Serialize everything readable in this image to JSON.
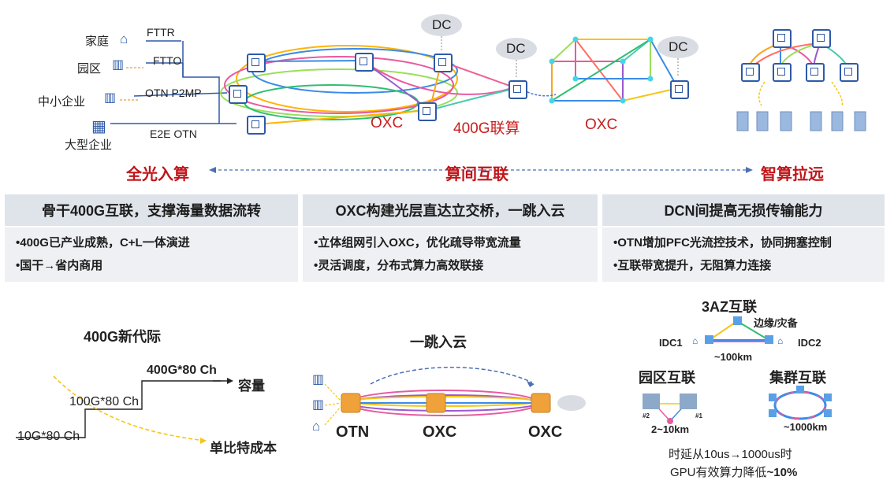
{
  "access": {
    "items": [
      {
        "place": "家庭",
        "tech": "FTTR"
      },
      {
        "place": "园区",
        "tech": "FTTO"
      },
      {
        "place": "中小企业",
        "tech": "OTN P2MP"
      },
      {
        "place": "大型企业",
        "tech": "E2E OTN"
      }
    ]
  },
  "top": {
    "dc_labels": [
      "DC",
      "DC",
      "DC"
    ],
    "oxc_left": "OXC",
    "interconnect": "400G联算",
    "oxc_right": "OXC"
  },
  "themes": {
    "left": "全光入算",
    "center": "算间互联",
    "right": "智算拉远"
  },
  "panels": [
    {
      "title": "骨干400G互联，支撑海量数据流转",
      "bullets": [
        "•400G已产业成熟，C+L一体演进",
        "•国干→省内商用"
      ]
    },
    {
      "title": "OXC构建光层直达立交桥，一跳入云",
      "bullets": [
        "•立体组网引入OXC，优化疏导带宽流量",
        "•灵活调度，分布式算力高效联接"
      ]
    },
    {
      "title": "DCN间提高无损传输能力",
      "bullets": [
        "•OTN增加PFC光流控技术，协同拥塞控制",
        "•互联带宽提升，无阻算力连接"
      ]
    }
  ],
  "gen400": {
    "title": "400G新代际",
    "steps": [
      "400G*80 Ch",
      "100G*80 Ch",
      "10G*80 Ch"
    ],
    "capacity": "容量",
    "cost": "单比特成本"
  },
  "onehop": {
    "title": "一跳入云",
    "labels": [
      "OTN",
      "OXC",
      "OXC"
    ]
  },
  "dcn": {
    "az_title": "3AZ互联",
    "edge": "边缘/灾备",
    "idc1": "IDC1",
    "idc2": "IDC2",
    "dist1": "~100km",
    "park_title": "园区互联",
    "park_dist": "2~10km",
    "park_mark1": "#2",
    "park_mark2": "#1",
    "cluster_title": "集群互联",
    "cluster_dist": "~1000km",
    "latency": "时延从10us→1000us时",
    "gpu_prefix": "GPU有效算力降低",
    "gpu_value": "~10%"
  },
  "colors": {
    "red": "#c0161b",
    "blue": "#2e5aa8",
    "panel_head": "#dfe3ea",
    "panel_body": "#eef0f3"
  }
}
